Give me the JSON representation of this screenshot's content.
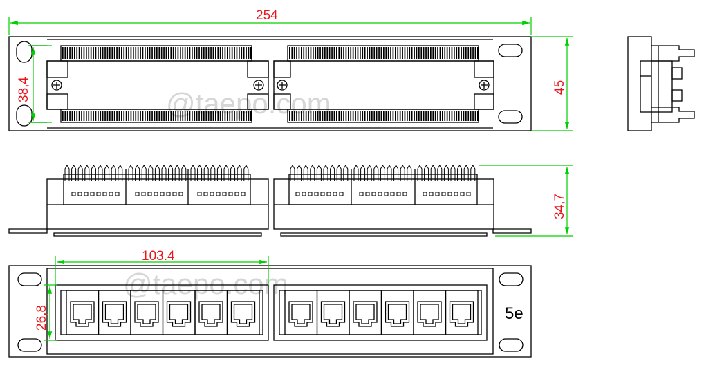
{
  "dimensions": {
    "overall_width": "254",
    "front_height": "38,4",
    "side_height": "45",
    "module_height": "34,7",
    "port_block_width": "103.4",
    "port_block_height": "26,8"
  },
  "category_label": "5e",
  "watermark": "@taepo.com",
  "ports_per_side": 6,
  "colors": {
    "line": "#000000",
    "dimension_text": "#e8161b",
    "dimension_line": "#00d000",
    "watermark": "#d6d6d6"
  }
}
